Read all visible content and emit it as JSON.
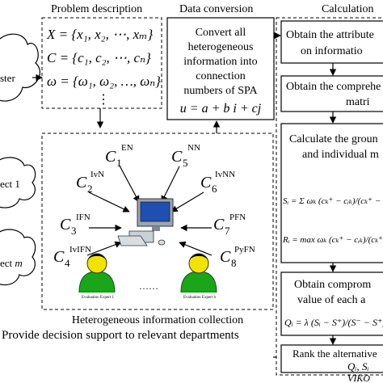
{
  "headers": {
    "problem_description": "Problem description",
    "data_conversion": "Data conversion",
    "calculation": "Calculation"
  },
  "left_clouds": {
    "cluster_label": "ster",
    "expert1_label": "ect 1",
    "expertm_prefix": "ect ",
    "expertm_var": "m"
  },
  "problem": {
    "X_set": "X = {x₁, x₂, ⋯, xₘ}",
    "C_set": "C = {c₁, c₂, ⋯, cₙ}",
    "W_set": "ω = {ω₁, ω₂, …, ωₙ}",
    "ellipsis": "⋮"
  },
  "conversion": {
    "line1": "Convert all",
    "line2": "heterogeneous",
    "line3": "information into",
    "line4": "connection",
    "line5": "numbers of SPA",
    "formula": "u = a + b i + cj"
  },
  "calculation": {
    "step1_line1": "Obtain the attribute",
    "step1_line2": "on informatio",
    "step2_line1": "Obtain the comprehe",
    "step2_line2": "matri",
    "step3_line1": "Calculate the groun",
    "step3_line2": "and individual m",
    "step3_formula_s": "Sᵢ = Σ ωₖ (cₖ⁺ − cᵢₖ)/(cₖ⁺ − cₖ⁻) = Σ",
    "step3_formula_r": "Rᵢ = max ωₖ (cₖ⁺ − cᵢₖ)/(cₖ⁺ − cₖ⁻)",
    "step4_line1": "Obtain comprom",
    "step4_line2": "value of each a",
    "step4_formula": "Qᵢ = λ (Sᵢ − S⁺)/(S⁻ − S⁺) + (",
    "step5_line1": "Rank the alternative",
    "step5_line2": "Qᵢ, Sᵢ",
    "footer": "VIKO"
  },
  "collection": {
    "labels": [
      {
        "base": "C",
        "sub": "1",
        "sup": "EN"
      },
      {
        "base": "C",
        "sub": "5",
        "sup": "NN"
      },
      {
        "base": "C",
        "sub": "2",
        "sup": "IvN"
      },
      {
        "base": "C",
        "sub": "6",
        "sup": "IvNN"
      },
      {
        "base": "C",
        "sub": "3",
        "sup": "IFN"
      },
      {
        "base": "C",
        "sub": "7",
        "sup": "PFN"
      },
      {
        "base": "C",
        "sub": "4",
        "sup": "IvIFN"
      },
      {
        "base": "C",
        "sub": "8",
        "sup": "PyFN"
      }
    ],
    "expert1": "Evaluation Expert 1",
    "experth": "Evaluation Expert h",
    "dots": "……",
    "caption": "Heterogeneous information collection"
  },
  "bottom": {
    "support_text": "Provide decision support to relevant departments"
  },
  "colors": {
    "expert_body": "#1aa51a",
    "expert_head": "#f2e200",
    "monitor_screen": "#1f4fb0",
    "computer_body": "#9aa6b2"
  }
}
